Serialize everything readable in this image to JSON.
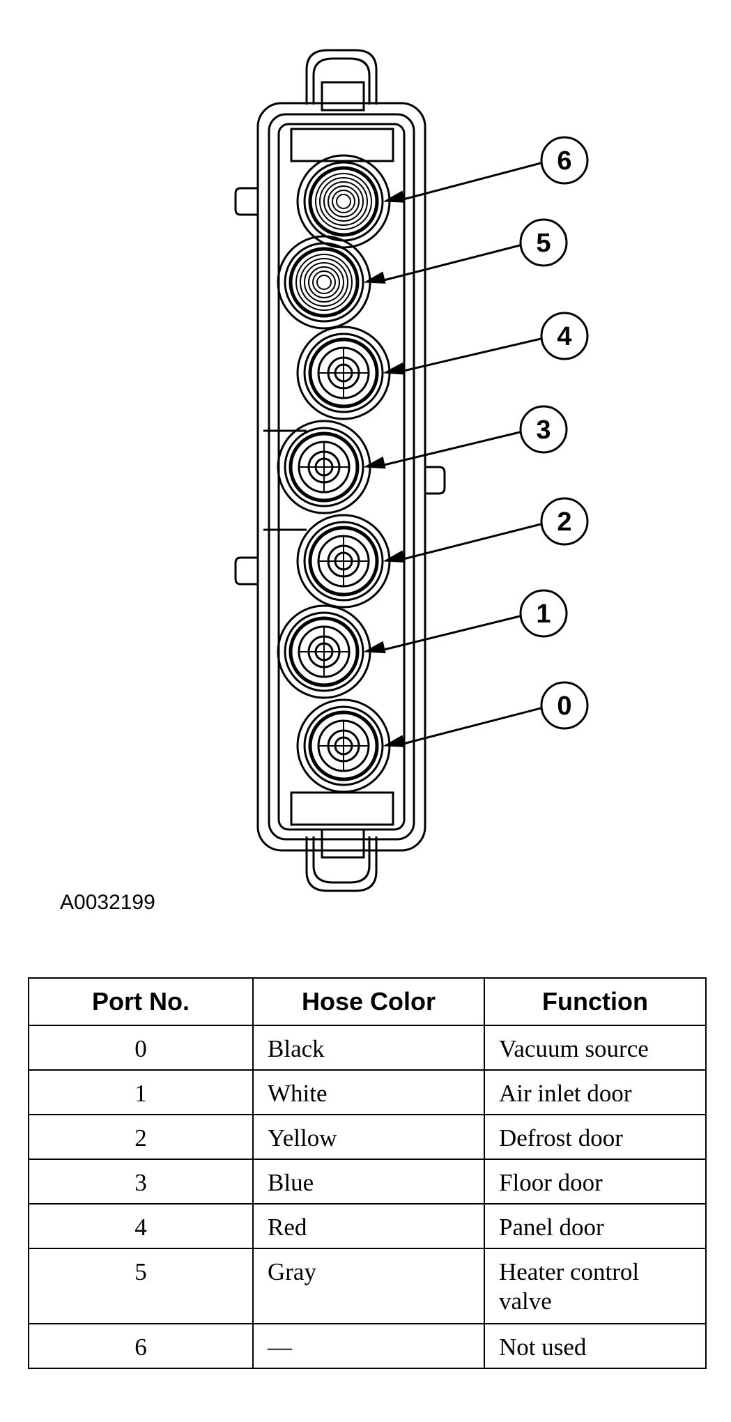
{
  "figure_id": "A0032199",
  "callouts": [
    "6",
    "5",
    "4",
    "3",
    "2",
    "1",
    "0"
  ],
  "table": {
    "headers": [
      "Port No.",
      "Hose Color",
      "Function"
    ],
    "rows": [
      {
        "port": "0",
        "color": "Black",
        "function": "Vacuum source"
      },
      {
        "port": "1",
        "color": "White",
        "function": "Air inlet door"
      },
      {
        "port": "2",
        "color": "Yellow",
        "function": "Defrost door"
      },
      {
        "port": "3",
        "color": "Blue",
        "function": "Floor door"
      },
      {
        "port": "4",
        "color": "Red",
        "function": "Panel door"
      },
      {
        "port": "5",
        "color": "Gray",
        "function": "Heater control valve"
      },
      {
        "port": "6",
        "color": "—",
        "function": "Not used"
      }
    ]
  }
}
